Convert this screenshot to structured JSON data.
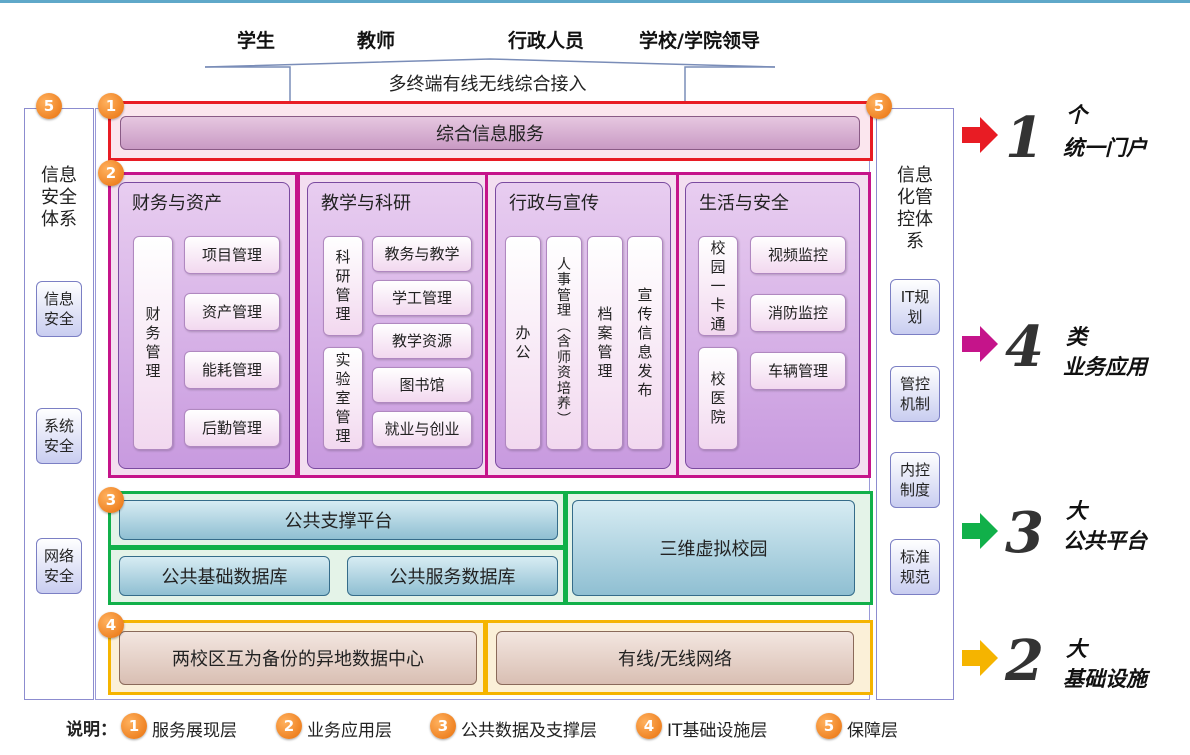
{
  "users": [
    "学生",
    "教师",
    "行政人员",
    "学校/学院领导"
  ],
  "access": "多终端有线无线综合接入",
  "left_panel": {
    "title": "信息\n安全\n体系",
    "items": [
      "信息\n安全",
      "系统\n安全",
      "网络\n安全"
    ]
  },
  "right_panel": {
    "title": "信息\n化管\n控体\n系",
    "items": [
      "IT规\n划",
      "管控\n机制",
      "内控\n制度",
      "标准\n规范"
    ]
  },
  "badges": [
    "5",
    "1",
    "2",
    "3",
    "4",
    "5"
  ],
  "portal": "综合信息服务",
  "biz": [
    {
      "title": "财务与资产",
      "tall": "财\n务\n管\n理",
      "items": [
        "项目管理",
        "资产管理",
        "能耗管理",
        "后勤管理"
      ]
    },
    {
      "title": "教学与科研",
      "tall": [
        "科\n研\n管\n理",
        "实\n验\n室\n管\n理"
      ],
      "items": [
        "教务与教学",
        "学工管理",
        "教学资源",
        "图书馆",
        "就业与创业"
      ]
    },
    {
      "title": "行政与宣传",
      "columns": [
        "办\n公",
        "人\n事\n管\n理\n︵\n含\n师\n资\n培\n养\n︶",
        "档\n案\n管\n理",
        "宣\n传\n信\n息\n发\n布"
      ]
    },
    {
      "title": "生活与安全",
      "tall": [
        "校\n园\n一\n卡\n通",
        "校\n医\n院"
      ],
      "items": [
        "视频监控",
        "消防监控",
        "车辆管理"
      ]
    }
  ],
  "platform": {
    "support": "公共支撑平台",
    "basic_db": "公共基础数据库",
    "service_db": "公共服务数据库",
    "campus3d": "三维虚拟校园"
  },
  "infra": {
    "datacenter": "两校区互为备份的异地数据中心",
    "network": "有线/无线网络"
  },
  "layers": [
    {
      "num": "1",
      "line1": "个",
      "line2": "统一门户",
      "color": "#e81c24"
    },
    {
      "num": "4",
      "line1": "类",
      "line2": "业务应用",
      "color": "#c5148a"
    },
    {
      "num": "3",
      "line1": "大",
      "line2": "公共平台",
      "color": "#11b04a"
    },
    {
      "num": "2",
      "line1": "大",
      "line2": "基础设施",
      "color": "#f5b400"
    }
  ],
  "legend": {
    "label": "说明：",
    "items": [
      {
        "n": "1",
        "text": "服务展现层"
      },
      {
        "n": "2",
        "text": "业务应用层"
      },
      {
        "n": "3",
        "text": "公共数据及支撑层"
      },
      {
        "n": "4",
        "text": "IT基础设施层"
      },
      {
        "n": "5",
        "text": "保障层"
      }
    ]
  }
}
